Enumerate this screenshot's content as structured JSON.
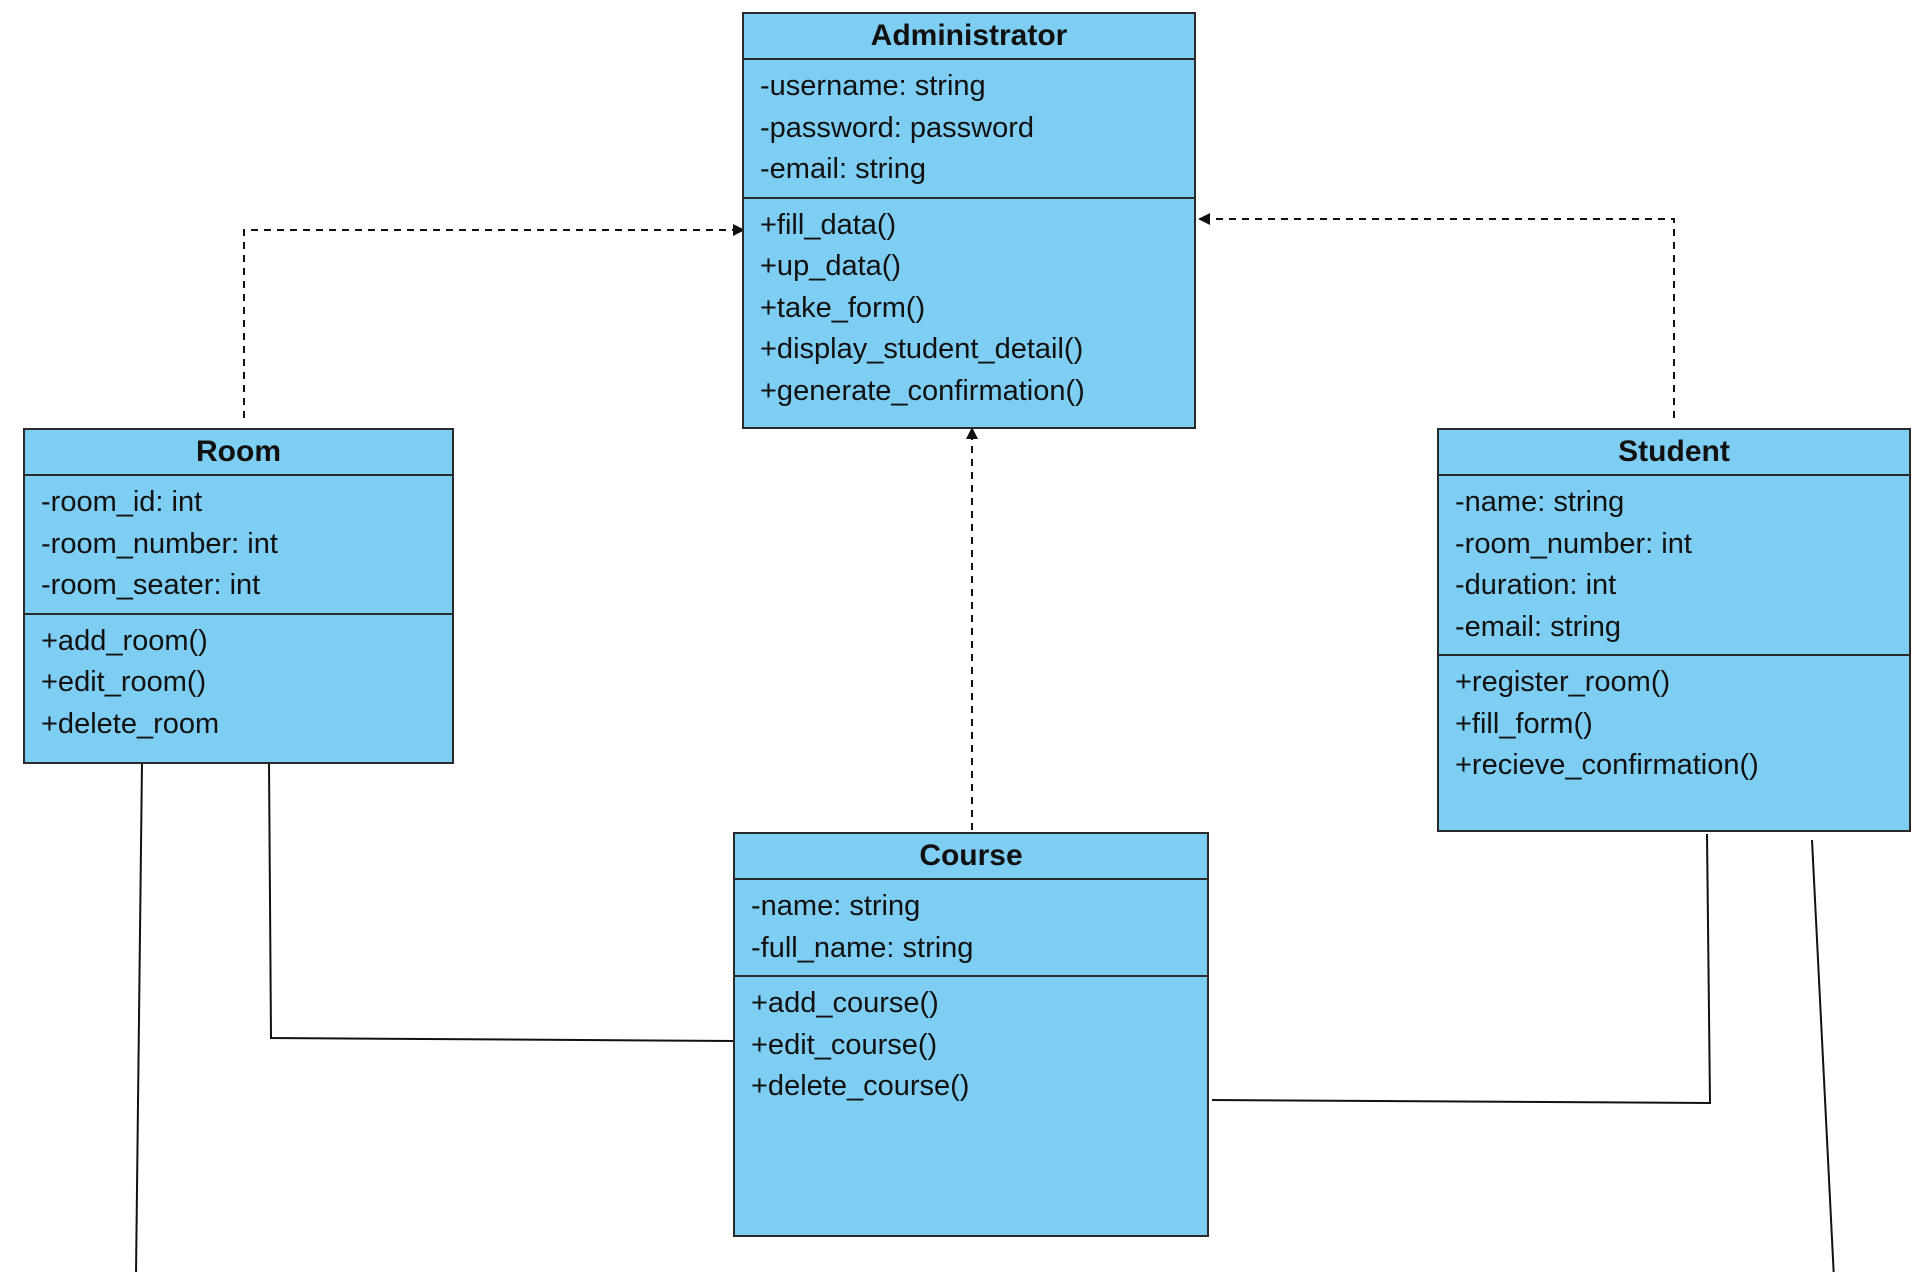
{
  "classes": {
    "administrator": {
      "name": "Administrator",
      "attributes": [
        "-username: string",
        "-password: password",
        "-email: string"
      ],
      "methods": [
        "+fill_data()",
        "+up_data()",
        "+take_form()",
        "+display_student_detail()",
        "+generate_confirmation()"
      ]
    },
    "room": {
      "name": "Room",
      "attributes": [
        "-room_id: int",
        "-room_number: int",
        "-room_seater: int"
      ],
      "methods": [
        "+add_room()",
        "+edit_room()",
        "+delete_room"
      ]
    },
    "student": {
      "name": "Student",
      "attributes": [
        "-name: string",
        "-room_number: int",
        "-duration: int",
        "-email: string"
      ],
      "methods": [
        "+register_room()",
        "+fill_form()",
        "+recieve_confirmation()"
      ]
    },
    "course": {
      "name": "Course",
      "attributes": [
        "-name: string",
        "-full_name: string"
      ],
      "methods": [
        "+add_course()",
        "+edit_course()",
        "+delete_course()"
      ]
    }
  },
  "relationships": [
    {
      "from": "Room",
      "to": "Administrator",
      "kind": "dependency"
    },
    {
      "from": "Student",
      "to": "Administrator",
      "kind": "dependency"
    },
    {
      "from": "Course",
      "to": "Administrator",
      "kind": "dependency"
    },
    {
      "from": "Room",
      "to": "Course",
      "kind": "association"
    },
    {
      "from": "Student",
      "to": "Course",
      "kind": "association"
    },
    {
      "from": "Room",
      "to": "Student",
      "kind": "association"
    }
  ],
  "colors": {
    "class_fill": "#7ecef4",
    "class_border": "#2a2a2a",
    "line": "#111111",
    "background": "#ffffff"
  }
}
